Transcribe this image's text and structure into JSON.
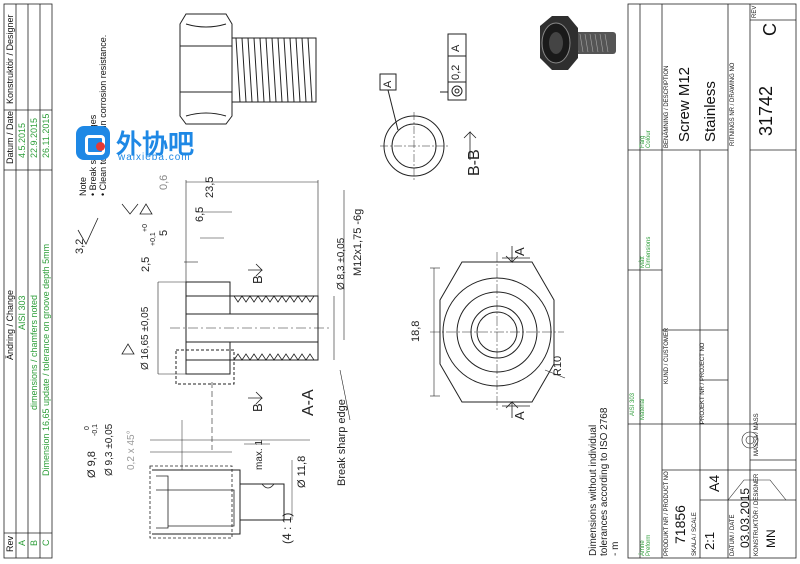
{
  "revision_table": {
    "header": {
      "rev": "Rev",
      "change": "Ändring / Change",
      "date": "Datum / Date",
      "designer": "Konstruktör / Designer"
    },
    "rows": [
      {
        "rev": "A",
        "change": "AISI 303",
        "date": "4.5.2015"
      },
      {
        "rev": "B",
        "change": "dimensions / chamfers noted",
        "date": "22.9.2015"
      },
      {
        "rev": "C",
        "change": "Dimension 16,65 update  /  tolerance on groove depth 5mm",
        "date": "26.11.2015"
      }
    ]
  },
  "notes": {
    "heading": "Note",
    "lines": [
      "• Break sharp edges",
      "• Clean to maintain corrosion resistance."
    ]
  },
  "dims": {
    "d_23_5": "23,5",
    "d_6_5": "6,5",
    "d_5": "5",
    "d_5_tol_top": "+0",
    "d_5_tol_bot": "+0,1",
    "d_2_5": "2,5",
    "d_0_6": "0,6",
    "d_8_3": "Ø 8,3 ±0,05",
    "d_m12": "M12x1,75 -6g",
    "d_16_65": "Ø 16,65 ±0,05",
    "d_9_8": "Ø 9,8",
    "d_9_8_top": "0",
    "d_9_8_bot": "-0,1",
    "d_9_3": "Ø 9,3 ±0,05",
    "chamfer": "0,2 x 45°",
    "max1": "max. 1",
    "d_11_8": "Ø 11,8",
    "d_18_8": "18,8",
    "r10": "R10",
    "surface": "3,2",
    "break_edge": "Break sharp edge",
    "detail_scale": "(4 : 1)",
    "tol_value": "0,2",
    "tol_datum": "A",
    "datum_label": "A",
    "label_b_top": "B",
    "label_b_bot": "B",
    "section_aa": "A-A",
    "section_bb": "B-B",
    "label_a_top": "A",
    "label_a_bot": "A",
    "general_tol": "Dimensions without individual tolerances according to ISO 2768 - m"
  },
  "title_block": {
    "material_label": "Material",
    "material": "AISI 303",
    "name_label": "BENÄMNING / DESCRIPTION",
    "name": "Screw M12",
    "colour_label": "Färg\nColour",
    "colour": "Stainless",
    "dims_label": "Mått\nDimensions",
    "customer_label": "KUND / CUSTOMER",
    "project_label": "PROJEKT NR / PROJECT NO",
    "product_label": "PRODUKT NR / PRODUCT NO",
    "product_no": "71856",
    "scale_label": "SKALA / SCALE",
    "scale": "2:1",
    "format": "A4",
    "date_label": "DATUM / DATE",
    "date": "03.03.2015",
    "designer_label": "KONSTRUKTÖR / DESIGNER",
    "designer": "MN",
    "mass_label": "MASSA / MASS",
    "dwg_label": "RITNINGS NR / DRAWING NO",
    "dwg_no": "31742",
    "rev_label": "REV",
    "rev": "C",
    "blank_label": "Ämne\nPreform"
  },
  "watermark": {
    "name": "外协吧",
    "url": "waixieba.com"
  }
}
